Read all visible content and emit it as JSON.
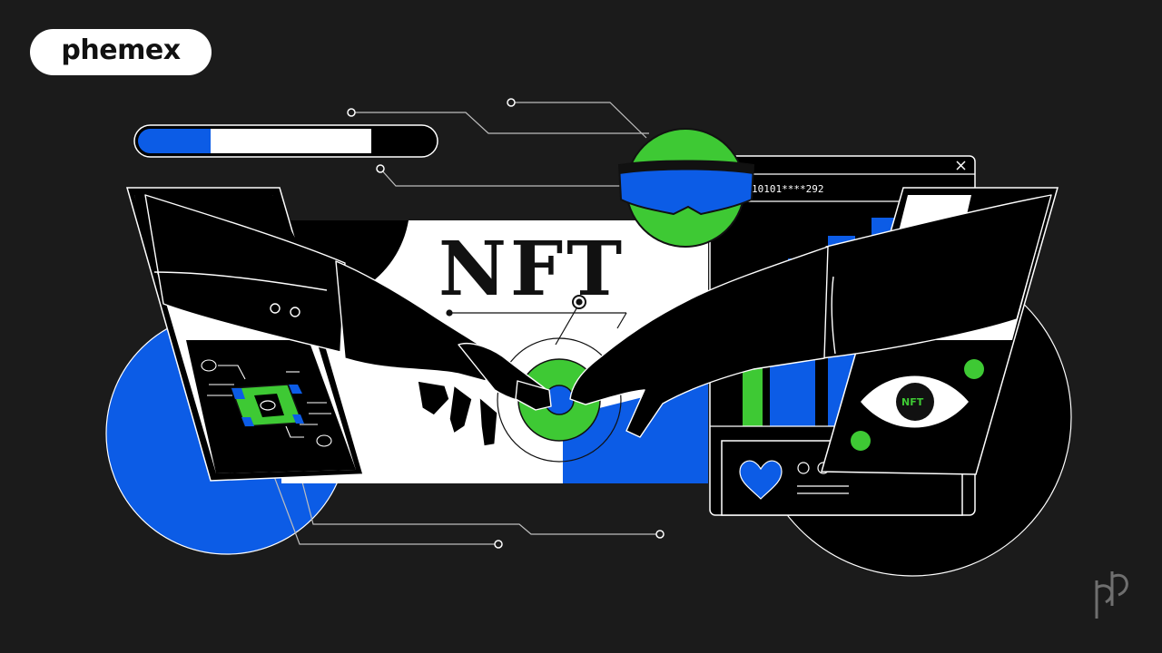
{
  "brand": {
    "logo_text": "phemex"
  },
  "illustration": {
    "headline": "NFT",
    "eye_label": "NFT",
    "wallet_address": "10101****292",
    "progress_bar": {
      "blue_fraction": 0.25,
      "white_fraction": 0.55
    }
  },
  "colors": {
    "background": "#1b1b1b",
    "accent_blue": "#0c5ce6",
    "accent_green": "#3ec934",
    "white": "#ffffff",
    "black": "#000000"
  },
  "icons": [
    "close-icon",
    "heart-icon",
    "eye-icon",
    "vr-headset-icon",
    "circuit-chip-icon",
    "phemex-watermark-icon"
  ]
}
